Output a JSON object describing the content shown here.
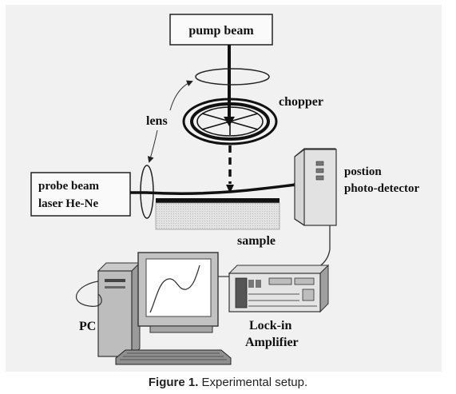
{
  "labels": {
    "pump_beam": "pump beam",
    "chopper": "chopper",
    "lens": "lens",
    "probe_line1": "probe beam",
    "probe_line2": "laser He-Ne",
    "detector_line1": "postion",
    "detector_line2": "photo-detector",
    "sample": "sample",
    "pc": "PC",
    "lockin_line1": "Lock-in",
    "lockin_line2": "Amplifier"
  },
  "caption": {
    "label": "Figure 1.",
    "text": "Experimental setup."
  }
}
